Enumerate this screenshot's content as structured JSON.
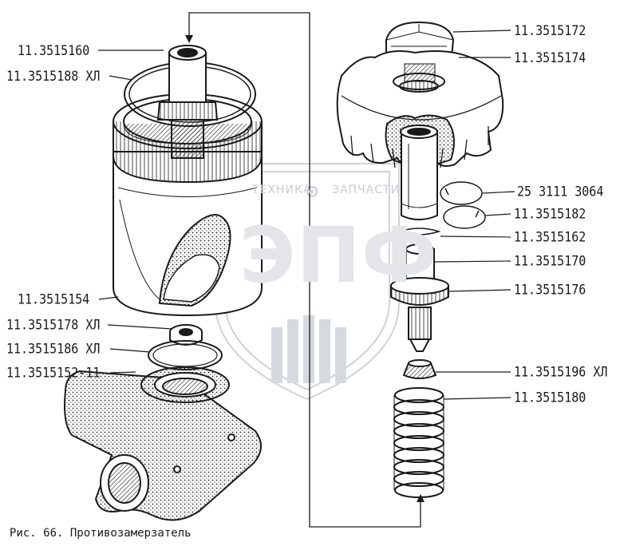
{
  "labels": {
    "l1": "11.3515160",
    "l2": "11.3515188 ХЛ",
    "l3": "11.3515154",
    "l4": "11.3515178 ХЛ",
    "l5": "11.3515186 ХЛ",
    "l6": "11.3515152-11",
    "r1": "11.3515172",
    "r2": "11.3515174",
    "r3": "25 3111 3064",
    "r4": "11.3515182",
    "r5": "11.3515162",
    "r6": "11.3515170",
    "r7": "11.3515176",
    "r8": "11.3515196 ХЛ",
    "r9": "11.3515180"
  },
  "caption": "Рис. 66. Противозамерзатель",
  "watermark": {
    "left_text": "ТЕХНИКА",
    "right_text": "ЗАПЧАСТИ",
    "logo_text": "ЭПФ"
  },
  "colors": {
    "ink": "#1a1a1a",
    "watermark": "#c9ccd2"
  }
}
